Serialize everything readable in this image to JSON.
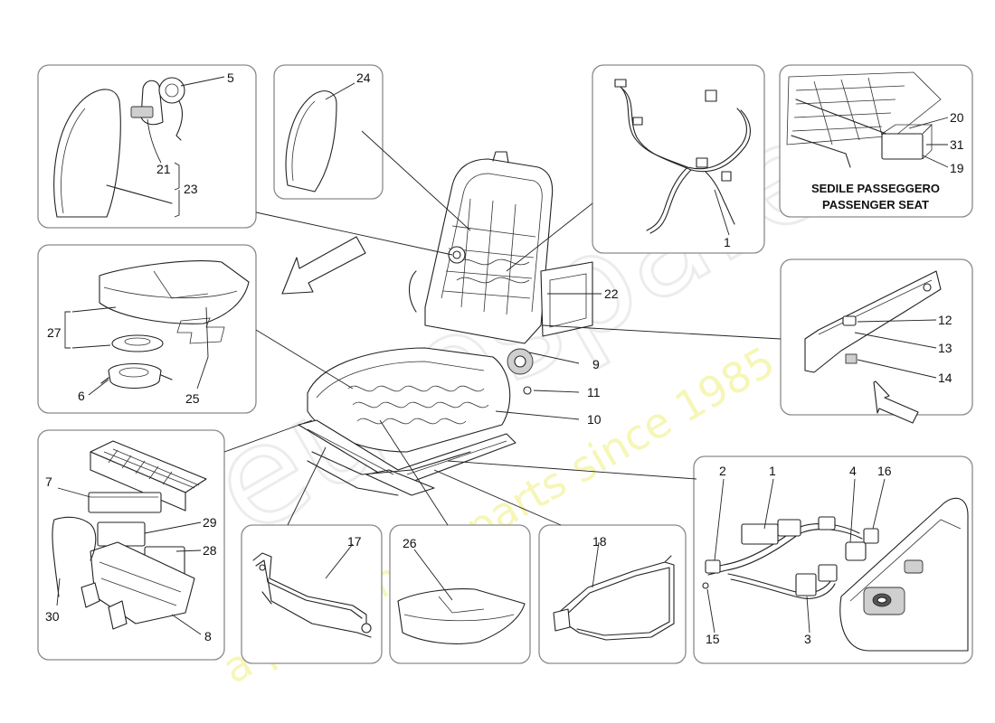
{
  "watermark": {
    "brand": "eurospares",
    "slogan": "a passion for parts since 1985"
  },
  "caption": {
    "line1": "SEDILE PASSEGGERO",
    "line2": "PASSENGER SEAT"
  },
  "callouts": {
    "c1a": "1",
    "c1b": "1",
    "c2": "2",
    "c3": "3",
    "c4": "4",
    "c5": "5",
    "c6": "6",
    "c7": "7",
    "c8": "8",
    "c9": "9",
    "c10": "10",
    "c11": "11",
    "c12": "12",
    "c13": "13",
    "c14": "14",
    "c15": "15",
    "c16": "16",
    "c17": "17",
    "c18": "18",
    "c19": "19",
    "c20": "20",
    "c21": "21",
    "c22": "22",
    "c23": "23",
    "c24": "24",
    "c25": "25",
    "c26": "26",
    "c27": "27",
    "c28": "28",
    "c29": "29",
    "c30": "30",
    "c31": "31"
  },
  "icons": [
    "front-direction-arrow",
    "insertion-direction-arrow"
  ]
}
